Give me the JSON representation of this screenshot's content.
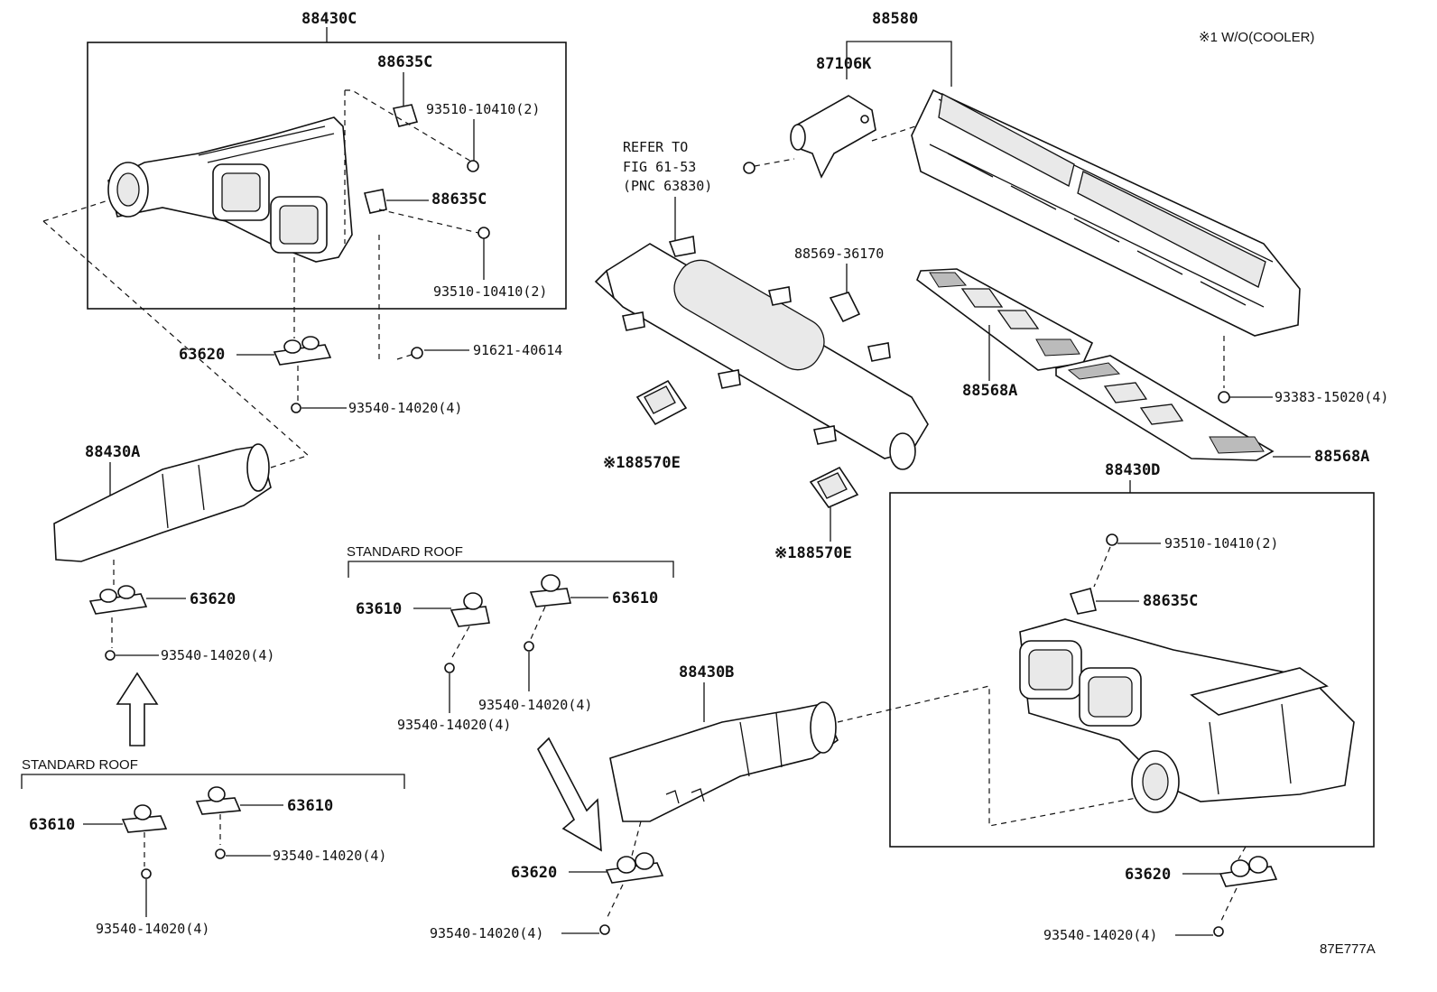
{
  "note": "※1 W/O(COOLER)",
  "figure_code": "87E777A",
  "refer": {
    "line1": "REFER TO",
    "line2": "FIG 61-53",
    "line3": "(PNC 63830)"
  },
  "parts": {
    "p88430C": "88430C",
    "p88580": "88580",
    "p87106K": "87106K",
    "p88635C_a": "88635C",
    "p88635C_b": "88635C",
    "p88635C_c": "88635C",
    "p93510_a": "93510-10410(2)",
    "p93510_b": "93510-10410(2)",
    "p93510_c": "93510-10410(2)",
    "p91621": "91621-40614",
    "p63620_a": "63620",
    "p63620_b": "63620",
    "p63620_c": "63620",
    "p63620_d": "63620",
    "p93540_a": "93540-14020(4)",
    "p93540_b": "93540-14020(4)",
    "p93540_c": "93540-14020(4)",
    "p93540_d": "93540-14020(4)",
    "p93540_e": "93540-14020(4)",
    "p93540_f": "93540-14020(4)",
    "p93540_g": "93540-14020(4)",
    "p93540_h": "93540-14020(4)",
    "p88430A": "88430A",
    "p88430B": "88430B",
    "p88430D": "88430D",
    "p88569": "88569-36170",
    "p88568A_a": "88568A",
    "p88568A_b": "88568A",
    "p93383": "93383-15020(4)",
    "p88570E_a": "※188570E",
    "p88570E_b": "※188570E",
    "p63610_a": "63610",
    "p63610_b": "63610",
    "p63610_c": "63610",
    "p63610_d": "63610"
  },
  "captions": {
    "standard_roof_a": "STANDARD ROOF",
    "standard_roof_b": "STANDARD ROOF"
  }
}
